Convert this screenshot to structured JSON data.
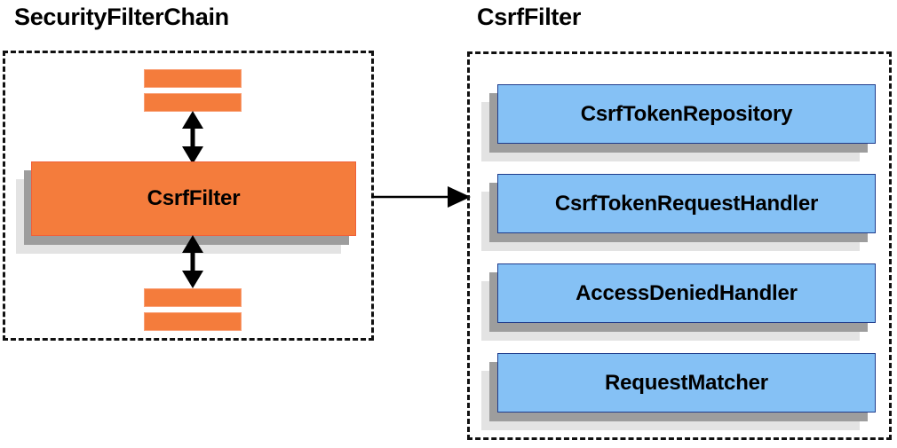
{
  "diagram": {
    "title_left": "SecurityFilterChain",
    "title_right": "CsrfFilter",
    "colors": {
      "orange_fill": "#f47c3c",
      "orange_border": "#f0603a",
      "blue_fill": "#85c1f5",
      "blue_border": "#1f3c8c",
      "shadow_near": "#9d9d9d",
      "shadow_far": "#e3e3e3",
      "dash_border": "#111111",
      "arrow": "#000000",
      "text": "#000000"
    },
    "left_panel": {
      "title": "SecurityFilterChain",
      "center_box_label": "CsrfFilter",
      "filler_bars_top": [
        "",
        ""
      ],
      "filler_bars_bottom": [
        "",
        ""
      ],
      "arrow_top_label": "",
      "arrow_bottom_label": ""
    },
    "right_panel": {
      "title": "CsrfFilter",
      "components": [
        {
          "label": "CsrfTokenRepository"
        },
        {
          "label": "CsrfTokenRequestHandler"
        },
        {
          "label": "AccessDeniedHandler"
        },
        {
          "label": "RequestMatcher"
        }
      ]
    },
    "connector": {
      "label": "",
      "direction": "left-to-right"
    }
  }
}
